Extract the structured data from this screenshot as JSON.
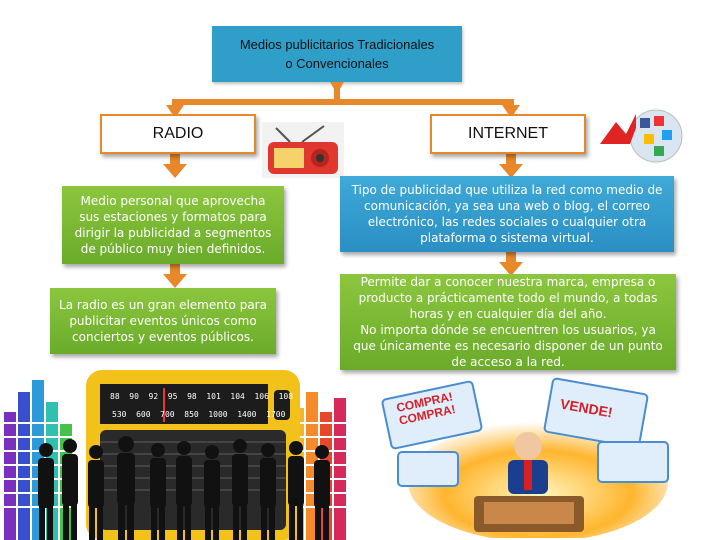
{
  "title": {
    "line1": "Medios publicitarios Tradicionales",
    "line2": "o Convencionales"
  },
  "radio": {
    "header": "RADIO",
    "box1": "Medio personal que aprovecha sus estaciones y formatos para dirigir la publicidad a segmentos de público muy bien definidos.",
    "box2": "La radio es un gran elemento para publicitar eventos únicos como conciertos y eventos públicos.",
    "dial_row1": "88  90  92  95  98  101  104  106  108",
    "dial_row2": "530  600  700  850  1000  1400  1700"
  },
  "internet": {
    "header": "INTERNET",
    "box1": "Tipo de publicidad que utiliza la red como medio de comunicación, ya sea una web o blog, el correo electrónico, las redes sociales o cualquier otra plataforma o sistema virtual.",
    "box2_line1": "Permite dar a conocer nuestra marca, empresa o producto a prácticamente todo el mundo, a todas horas y en cualquier día del año.",
    "box2_line2": "No importa dónde se encuentren los usuarios, ya que únicamente es necesario disponer de un punto de acceso a la red.",
    "bubble1": "COMPRA! COMPRA!",
    "bubble2": "VENDE!"
  },
  "colors": {
    "title_bg": "#2f9fc9",
    "connector": "#e8882b",
    "green_box": "#7ab833",
    "blue_box": "#2f9fc9"
  }
}
